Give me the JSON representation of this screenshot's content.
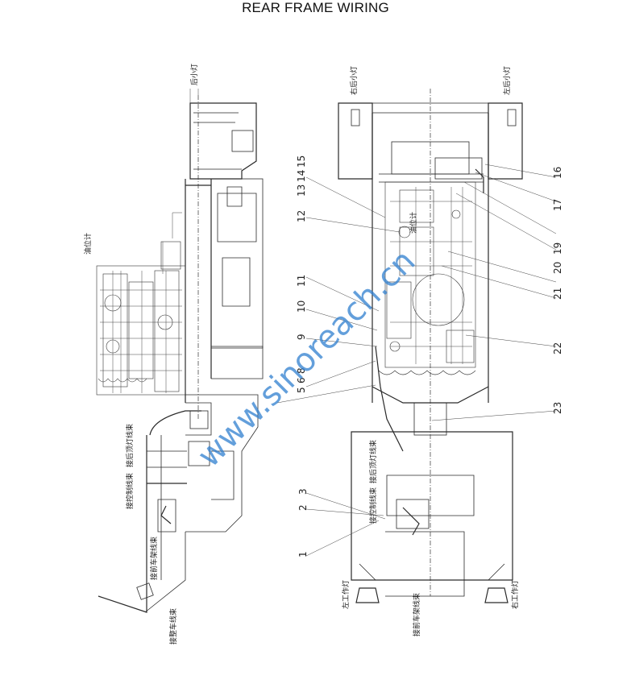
{
  "title": "REAR FRAME WIRING",
  "watermark": "www.sinoreach.cn",
  "left_view": {
    "labels": [
      "后小灯",
      "油位计",
      "接整车线束",
      "接前车架线束",
      "接后顶灯线束",
      "接控制线束"
    ]
  },
  "right_view": {
    "labels": [
      "右后小灯",
      "左后小灯",
      "左工作灯",
      "右工作灯",
      "接前车架线束",
      "接后顶灯线束",
      "接控制线束",
      "油位计"
    ]
  },
  "callouts": [
    "1",
    "2",
    "3",
    "5",
    "6",
    "8",
    "9",
    "10",
    "11",
    "12",
    "13",
    "14",
    "15",
    "16",
    "17",
    "19",
    "20",
    "21",
    "22",
    "23"
  ]
}
